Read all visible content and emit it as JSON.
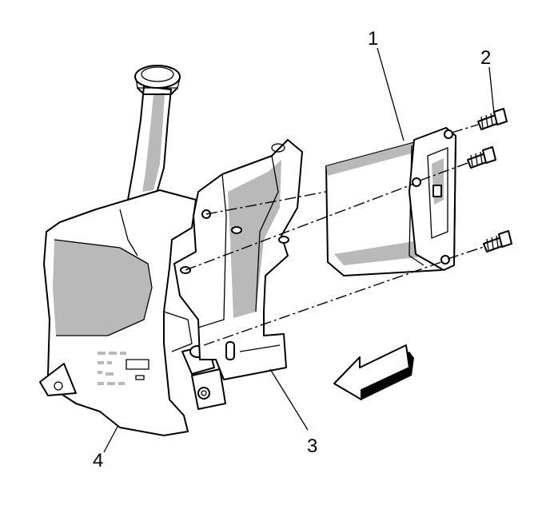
{
  "callouts": {
    "c1": "1",
    "c2": "2",
    "c3": "3",
    "c4": "4"
  },
  "colors": {
    "ink": "#000000",
    "shade": "#b9b9b9",
    "background": "#ffffff"
  }
}
